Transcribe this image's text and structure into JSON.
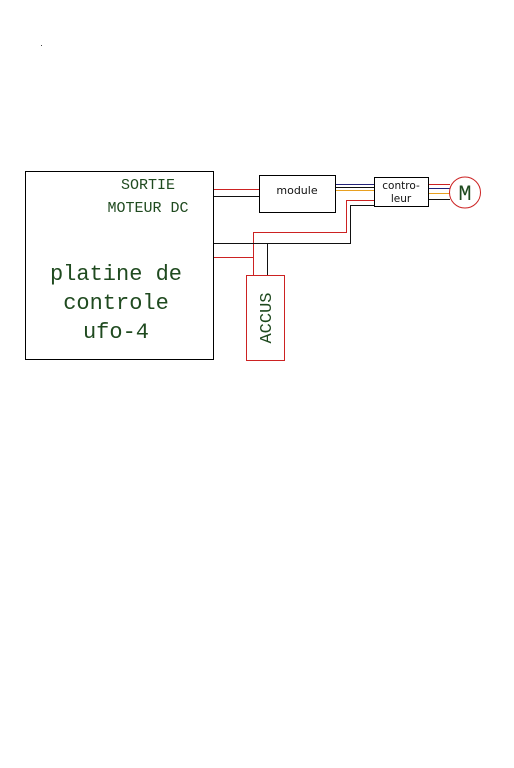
{
  "platine": {
    "sortie_line1": "SORTIE",
    "sortie_line2": "MOTEUR DC",
    "title_line1": "platine de",
    "title_line2": "controle",
    "title_line3": "ufo-4"
  },
  "module": {
    "label": "module"
  },
  "controleur": {
    "label_line1": "contro-",
    "label_line2": "leur"
  },
  "motor": {
    "label": "M"
  },
  "battery": {
    "label": "ACCUS"
  },
  "colors": {
    "text": "#1f4a1f",
    "wire_red": "#cc2222",
    "wire_black": "#111111",
    "wire_orange": "#e8a020",
    "wire_blue": "#222277",
    "battery_border": "#cc2222",
    "motor_border": "#cc2222"
  }
}
